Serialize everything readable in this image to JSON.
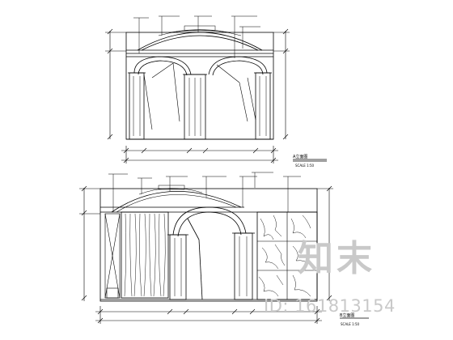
{
  "watermark": {
    "brand": "知末",
    "id": "ID: 161813154"
  },
  "upper_elevation": {
    "title": "A立面图",
    "scale": "SCALE 1:50"
  },
  "lower_elevation": {
    "title": "B立面图",
    "scale": "SCALE 1:50"
  }
}
